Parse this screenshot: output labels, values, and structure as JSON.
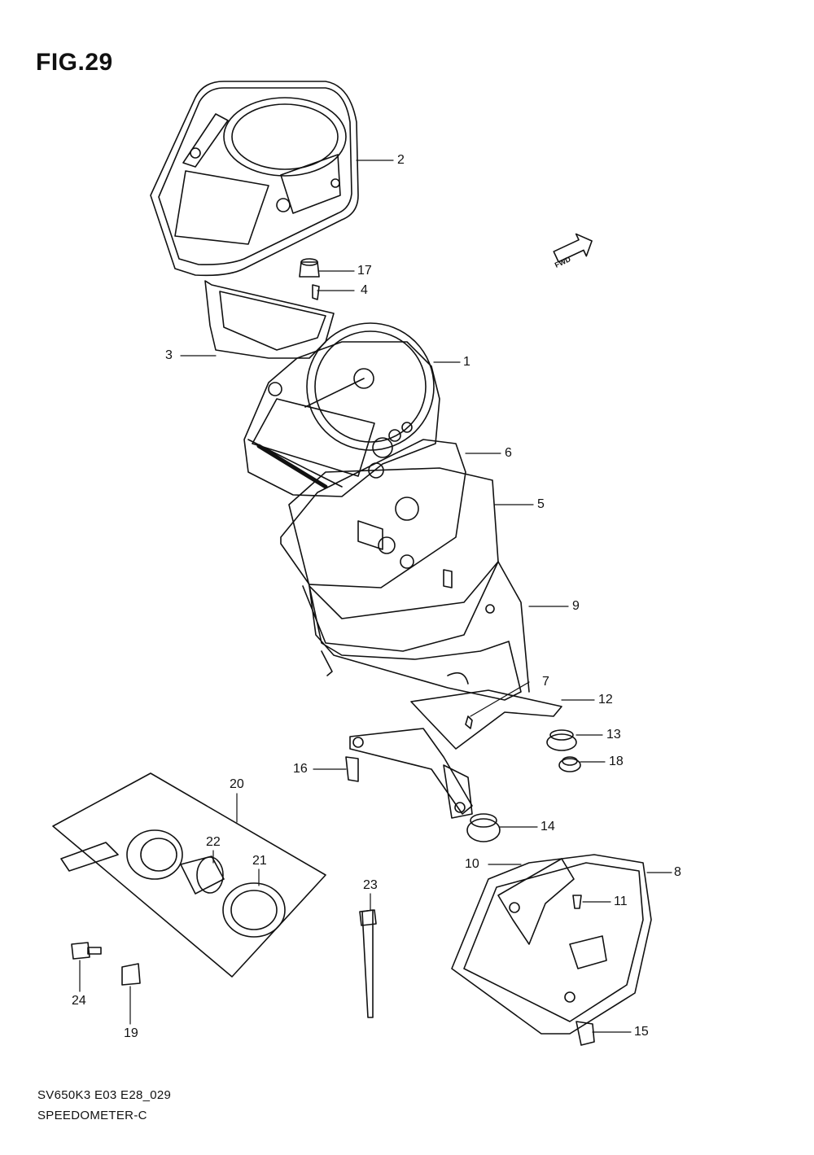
{
  "figure": {
    "title": "FIG.29"
  },
  "fwd_badge": {
    "label": "FWD",
    "icon": "forward-arrow-icon"
  },
  "callouts": {
    "c1": "1",
    "c2": "2",
    "c3": "3",
    "c4": "4",
    "c5": "5",
    "c6": "6",
    "c7": "7",
    "c8": "8",
    "c9": "9",
    "c10": "10",
    "c11": "11",
    "c12": "12",
    "c13": "13",
    "c14": "14",
    "c15": "15",
    "c16": "16",
    "c17": "17",
    "c18": "18",
    "c19": "19",
    "c20": "20",
    "c21": "21",
    "c22": "22",
    "c23": "23",
    "c24": "24"
  },
  "footer": {
    "code": "SV650K3 E03 E28_029",
    "name": "SPEEDOMETER-C"
  },
  "colors": {
    "line": "#111111",
    "background": "#ffffff"
  }
}
